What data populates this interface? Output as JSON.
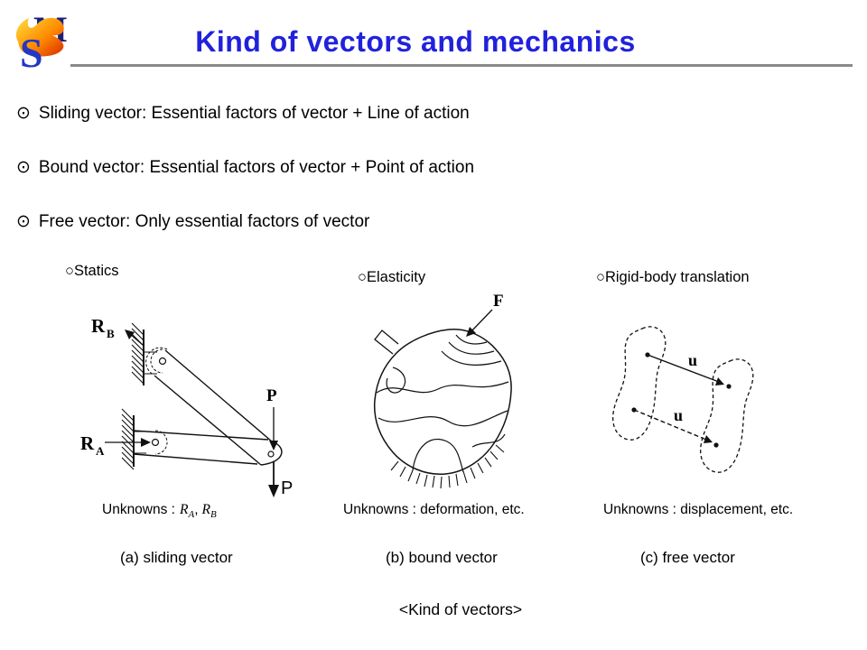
{
  "slide": {
    "title": "Kind of vectors and mechanics",
    "footer": "<Kind of vectors>"
  },
  "logo": {
    "top_letter": "M",
    "bottom_letter": "S"
  },
  "colors": {
    "title_blue": "#2121dd",
    "rule_gray": "#8a8a8a",
    "flame_yellow": "#ffdf3d",
    "flame_orange": "#ff8c00",
    "flame_red": "#d82800",
    "logo_navy": "#1a1f7e",
    "logo_blue": "#2336c4"
  },
  "bullets": [
    {
      "symbol": "⊙",
      "text": "Sliding vector: Essential factors of vector + Line of action"
    },
    {
      "symbol": "⊙",
      "text": "Bound vector: Essential factors of vector + Point of action"
    },
    {
      "symbol": "⊙",
      "text": "Free vector: Only essential factors of vector"
    }
  ],
  "figures": {
    "statics": {
      "header_symbol": "○",
      "header": "Statics",
      "labels": {
        "rb": "R",
        "rb_sub": "B",
        "ra": "R",
        "ra_sub": "A",
        "p_top": "P",
        "p_bottom": "P"
      },
      "unknowns": {
        "prefix": "Unknowns :",
        "r1": "R",
        "r1_sub": "A",
        "comma": ",",
        "r2": "R",
        "r2_sub": "B"
      },
      "caption": "(a) sliding vector"
    },
    "elasticity": {
      "header_symbol": "○",
      "header": "Elasticity",
      "labels": {
        "f": "F"
      },
      "unknowns": "Unknowns : deformation, etc.",
      "caption": "(b) bound vector"
    },
    "rigid": {
      "header_symbol": "○",
      "header": "Rigid-body translation",
      "labels": {
        "u_top": "u",
        "u_bottom": "u"
      },
      "unknowns": "Unknowns : displacement, etc.",
      "caption": "(c) free vector"
    }
  }
}
